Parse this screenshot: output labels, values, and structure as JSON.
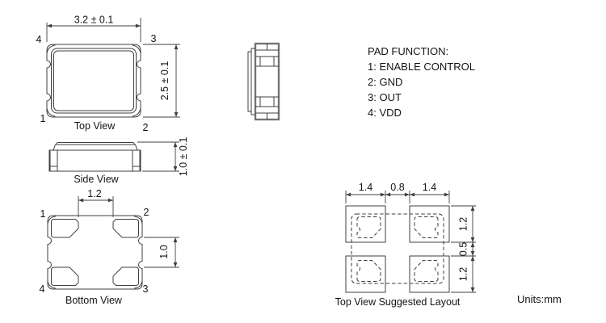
{
  "drawing": {
    "units_label": "Units:mm",
    "pad_function": {
      "title": "PAD FUNCTION:",
      "line1": "1: ENABLE CONTROL",
      "line2": "2: GND",
      "line3": "3: OUT",
      "line4": "4: VDD"
    },
    "top_view": {
      "label": "Top View",
      "dim_width": "3.2 ± 0.1",
      "dim_height": "2.5 ± 0.1",
      "pin_top_left": "4",
      "pin_top_right": "3",
      "pin_bottom_left": "1",
      "pin_bottom_right": "2"
    },
    "side_view": {
      "label": "Side View",
      "dim_height": "1.0 ± 0.1"
    },
    "bottom_view": {
      "label": "Bottom View",
      "dim_pad_gap_x": "1.2",
      "dim_pad_gap_y": "1.0",
      "pin_top_left": "1",
      "pin_top_right": "2",
      "pin_bottom_left": "4",
      "pin_bottom_right": "3"
    },
    "layout_view": {
      "label": "Top View Suggested Layout",
      "dim_pad_width_left": "1.4",
      "dim_pad_pitch": "0.8",
      "dim_pad_width_right": "1.4",
      "dim_pad_height_top": "1.2",
      "dim_pad_gap": "0.5",
      "dim_pad_height_bottom": "1.2"
    }
  },
  "colors": {
    "line": "#3f3f3f",
    "line_soft": "#8f8f8f",
    "text": "#141414",
    "background": "#ffffff"
  }
}
